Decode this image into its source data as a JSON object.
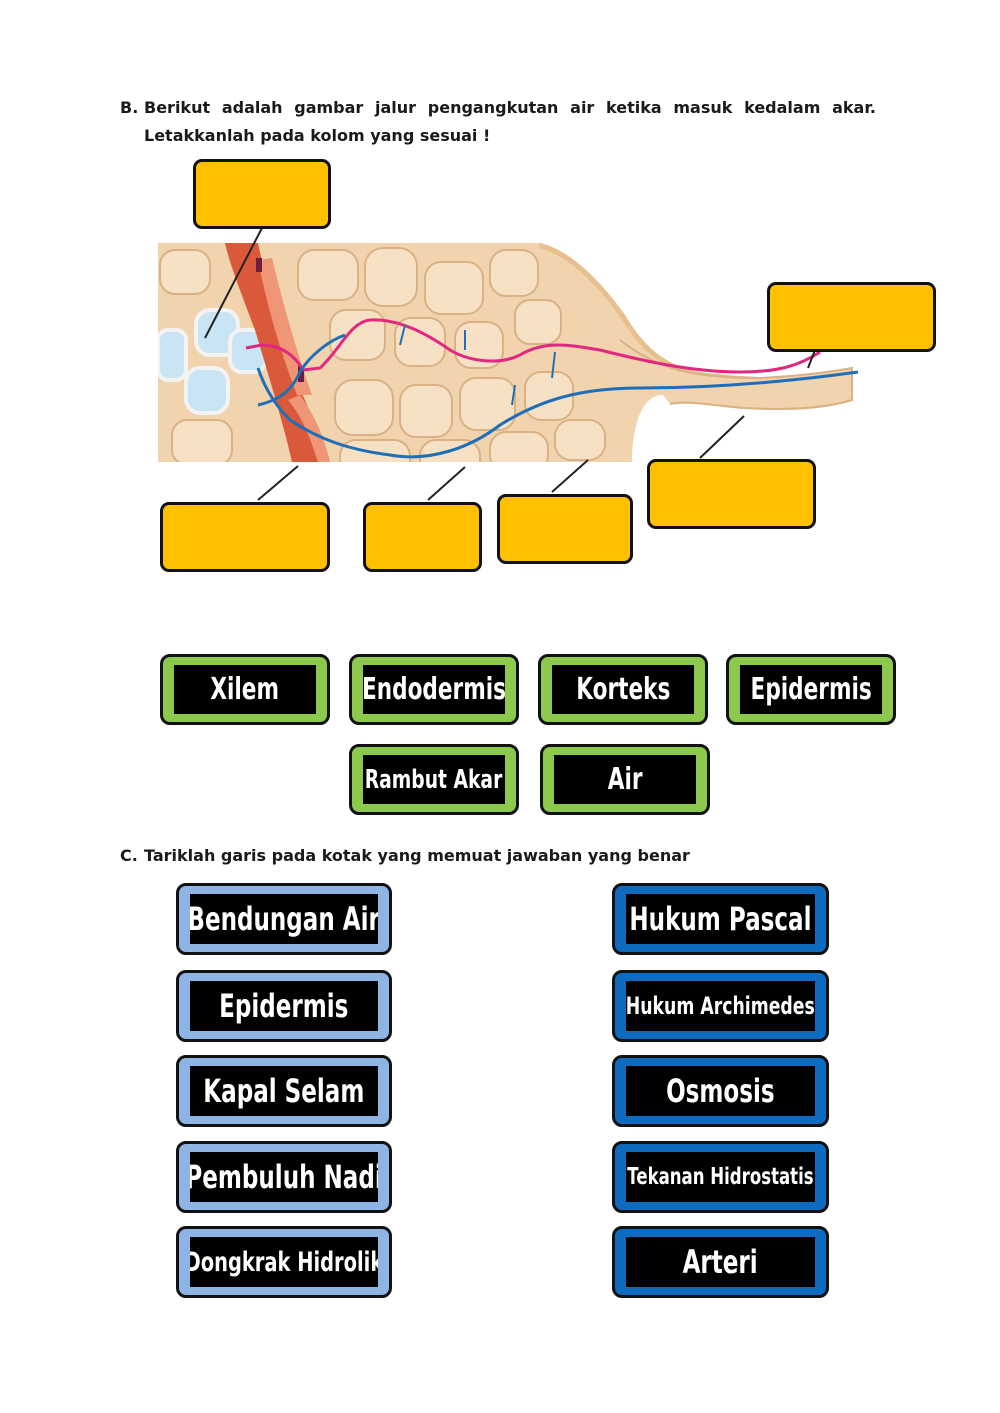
{
  "section_b": {
    "number": "B.",
    "line1": "Berikut adalah gambar jalur pengangkutan air ketika masuk kedalam akar.",
    "line2": "Letakkanlah pada kolom yang sesuai !"
  },
  "colors": {
    "drop_box": "#ffc000",
    "green_tile": "#8cc84b",
    "light_blue_tile": "#8eb4e3",
    "dark_blue_tile": "#0e6bbf",
    "cortex_cells": "#f1d3ad",
    "xylem_vessel": "#c9e4f2",
    "endodermis": "#d9593a",
    "water_path_pink": "#e0287e",
    "water_path_blue": "#1f6fb8"
  },
  "answer_tiles_b": [
    {
      "label": "Xilem"
    },
    {
      "label": "Endodermis"
    },
    {
      "label": "Korteks"
    },
    {
      "label": "Epidermis"
    },
    {
      "label": "Rambut Akar"
    },
    {
      "label": "Air"
    }
  ],
  "section_c": {
    "number": "C.",
    "instruction": "Tariklah garis pada kotak yang memuat jawaban yang benar",
    "left_column": [
      {
        "label": "Bendungan Air"
      },
      {
        "label": "Epidermis"
      },
      {
        "label": "Kapal Selam"
      },
      {
        "label": "Pembuluh Nadi"
      },
      {
        "label": "Dongkrak Hidrolik"
      }
    ],
    "right_column": [
      {
        "label": "Hukum Pascal"
      },
      {
        "label": "Hukum Archimedes"
      },
      {
        "label": "Osmosis"
      },
      {
        "label": "Tekanan Hidrostatis"
      },
      {
        "label": "Arteri"
      }
    ]
  }
}
